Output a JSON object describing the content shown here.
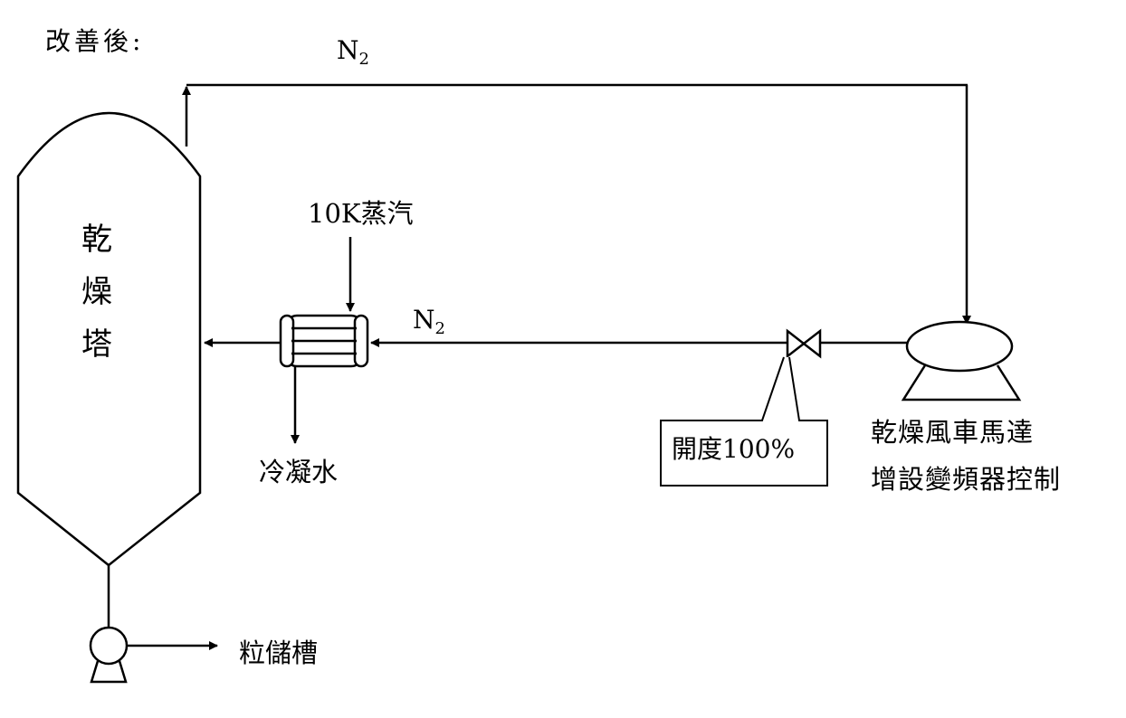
{
  "title": "改善後:",
  "n2_symbol": "N",
  "n2_subscript": "2",
  "tower_label": [
    "乾",
    "燥",
    "塔"
  ],
  "steam_label": "10K蒸汽",
  "condensate_label": "冷凝水",
  "valve_label": "開度100%",
  "motor_label_line1": "乾燥風車馬達",
  "motor_label_line2": "增設變頻器控制",
  "storage_label": "粒儲槽"
}
